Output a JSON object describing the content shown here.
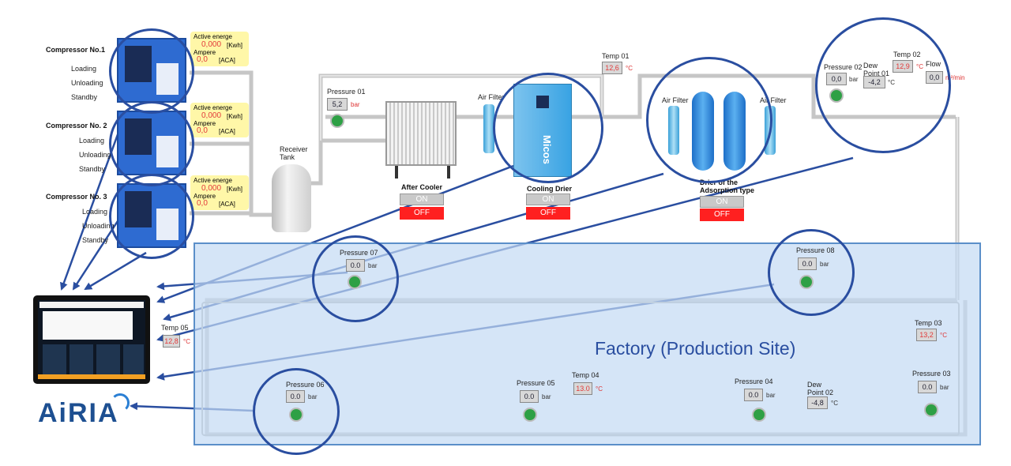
{
  "compressors": [
    {
      "name": "Compressor No.1",
      "states": [
        "Loading",
        "Unloading",
        "Standby"
      ],
      "active_energy_label": "Active energe",
      "energy_value": "0,000",
      "energy_unit": "[Kwh]",
      "ampere_label": "Ampere",
      "ampere_value": "0,0",
      "ampere_unit": "[ACA]"
    },
    {
      "name": "Compressor No. 2",
      "states": [
        "Loading",
        "Unloading",
        "Standby"
      ],
      "active_energy_label": "Active energe",
      "energy_value": "0,000",
      "energy_unit": "[Kwh]",
      "ampere_label": "Ampere",
      "ampere_value": "0,0",
      "ampere_unit": "[ACA]"
    },
    {
      "name": "Compressor No. 3",
      "states": [
        "Loading",
        "Unloading",
        "Standby"
      ],
      "active_energy_label": "Active energe",
      "energy_value": "0,000",
      "energy_unit": "[Kwh]",
      "ampere_label": "Ampere",
      "ampere_value": "0,0",
      "ampere_unit": "[ACA]"
    }
  ],
  "receiver_tank": "Receiver Tank",
  "pressure01": {
    "label": "Pressure 01",
    "value": "5,2",
    "unit": "bar"
  },
  "temp01": {
    "label": "Temp 01",
    "value": "12,6",
    "unit": "°C"
  },
  "air_filter_labels": [
    "Air Filter",
    "Air Filter",
    "Air Filter"
  ],
  "after_cooler": {
    "label": "After Cooler",
    "on": "ON",
    "off": "OFF"
  },
  "cooling_drier": {
    "label": "Cooling Drier",
    "on": "ON",
    "off": "OFF"
  },
  "adsorption_drier": {
    "label": "Drier of the Adsorption type",
    "on": "ON",
    "off": "OFF"
  },
  "micos_label": "Micos",
  "pressure02": {
    "label": "Pressure 02",
    "value": "0,0",
    "unit": "bar"
  },
  "dewpoint01": {
    "label": "Dew Point 01",
    "value": "-4,2",
    "unit": "°C"
  },
  "temp02": {
    "label": "Temp 02",
    "value": "12,9",
    "unit": "°C"
  },
  "flow": {
    "label": "Flow",
    "value": "0,0",
    "unit": "m³/min"
  },
  "pressure07": {
    "label": "Pressure 07",
    "value": "0.0",
    "unit": "bar"
  },
  "pressure08": {
    "label": "Pressure 08",
    "value": "0.0",
    "unit": "bar"
  },
  "temp05": {
    "label": "Temp 05",
    "value": "12,8",
    "unit": "°C"
  },
  "temp03": {
    "label": "Temp 03",
    "value": "13,2",
    "unit": "°C"
  },
  "pressure03": {
    "label": "Pressure 03",
    "value": "0.0",
    "unit": "bar"
  },
  "pressure04": {
    "label": "Pressure 04",
    "value": "0.0",
    "unit": "bar"
  },
  "pressure05": {
    "label": "Pressure 05",
    "value": "0.0",
    "unit": "bar"
  },
  "pressure06": {
    "label": "Pressure 06",
    "value": "0.0",
    "unit": "bar"
  },
  "temp04": {
    "label": "Temp 04",
    "value": "13.0",
    "unit": "°C"
  },
  "dewpoint02": {
    "label": "Dew Point 02",
    "value": "-4,8",
    "unit": "°C"
  },
  "factory_label": "Factory (Production Site)",
  "brand": "AiRIA",
  "colors": {
    "accent": "#2a4ea0",
    "factory_fill": "#dbe9f7",
    "factory_border": "#5b8fc9",
    "alarm": "#ff2020",
    "label_bg": "#fff7a8"
  }
}
